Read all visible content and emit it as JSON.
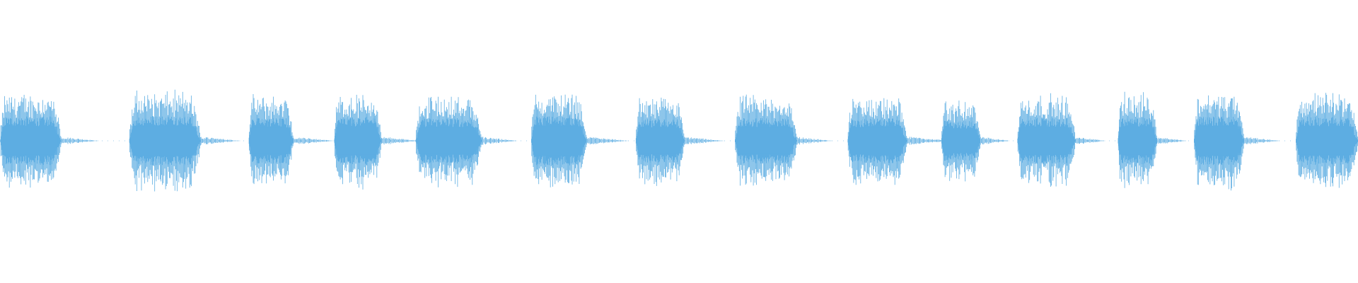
{
  "waveform": {
    "color": "#5dade2",
    "background": "#ffffff",
    "duration": 1,
    "bursts": [
      {
        "start": 0.0,
        "end": 0.045,
        "amplitude": 0.52
      },
      {
        "start": 0.095,
        "end": 0.148,
        "amplitude": 0.54
      },
      {
        "start": 0.183,
        "end": 0.216,
        "amplitude": 0.49
      },
      {
        "start": 0.246,
        "end": 0.281,
        "amplitude": 0.51
      },
      {
        "start": 0.306,
        "end": 0.355,
        "amplitude": 0.49
      },
      {
        "start": 0.391,
        "end": 0.432,
        "amplitude": 0.53
      },
      {
        "start": 0.468,
        "end": 0.504,
        "amplitude": 0.47
      },
      {
        "start": 0.541,
        "end": 0.587,
        "amplitude": 0.49
      },
      {
        "start": 0.624,
        "end": 0.668,
        "amplitude": 0.48
      },
      {
        "start": 0.693,
        "end": 0.722,
        "amplitude": 0.43
      },
      {
        "start": 0.749,
        "end": 0.792,
        "amplitude": 0.5
      },
      {
        "start": 0.823,
        "end": 0.852,
        "amplitude": 0.51
      },
      {
        "start": 0.879,
        "end": 0.916,
        "amplitude": 0.53
      },
      {
        "start": 0.954,
        "end": 1.0,
        "amplitude": 0.52
      }
    ]
  }
}
